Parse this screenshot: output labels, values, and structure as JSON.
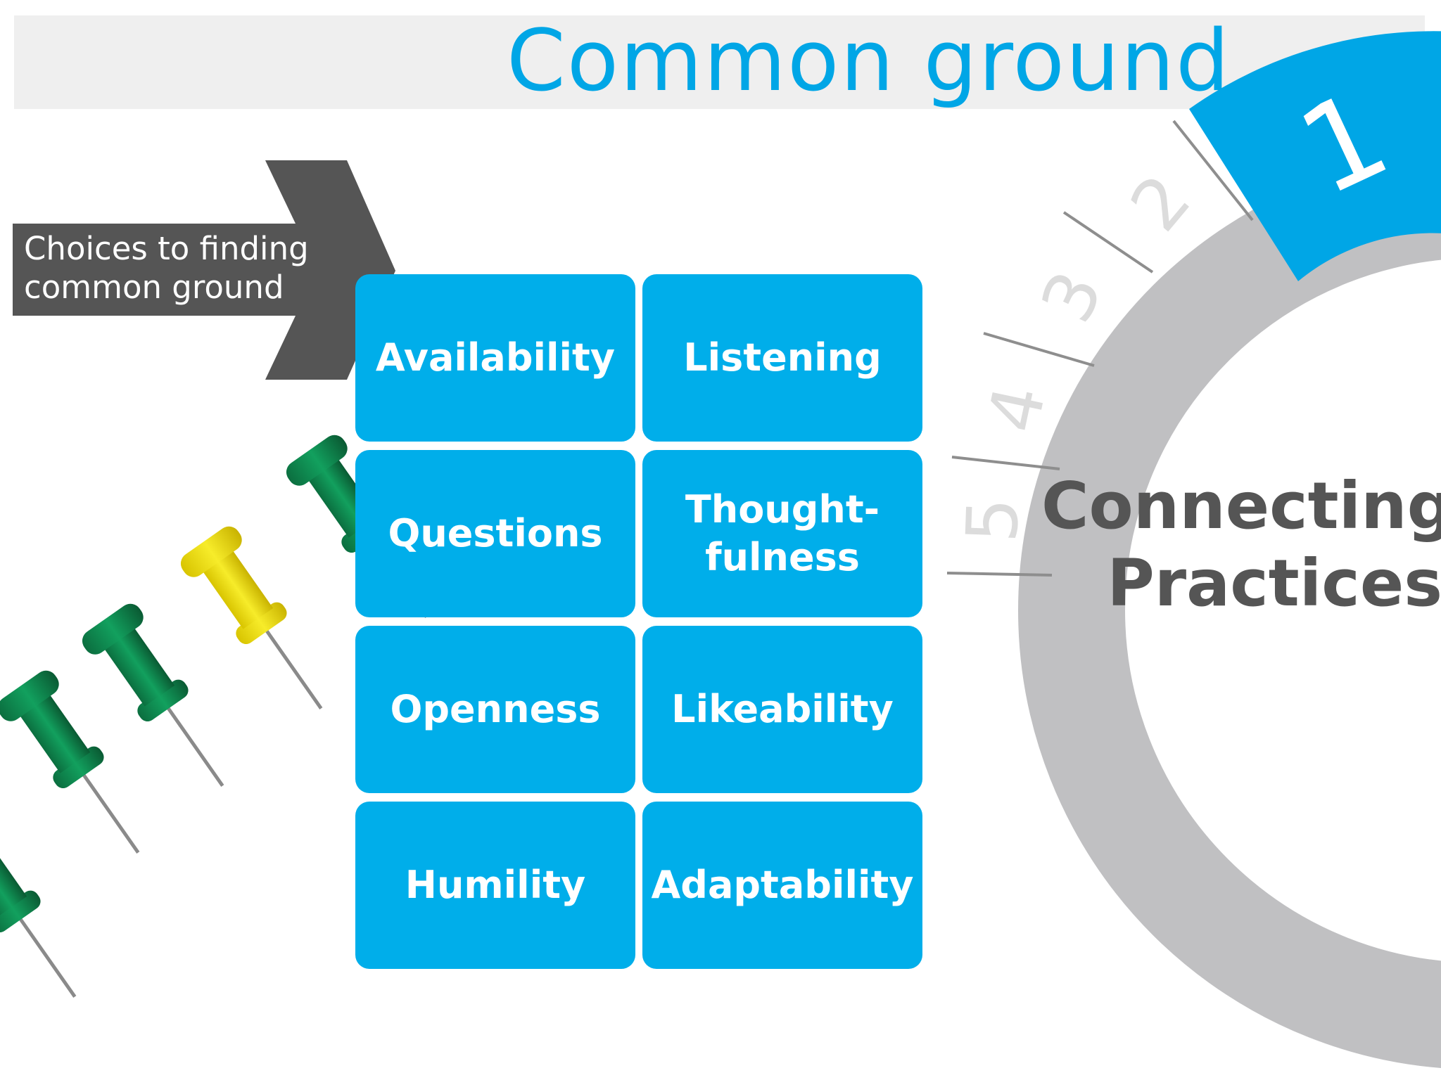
{
  "title": "Common ground",
  "callout": {
    "line1": "Choices to finding",
    "line2": "common ground"
  },
  "tiles": [
    {
      "label": "Availability"
    },
    {
      "label": "Listening"
    },
    {
      "label": "Questions"
    },
    {
      "label": "Thought-fulness"
    },
    {
      "label": "Openness"
    },
    {
      "label": "Likeability"
    },
    {
      "label": "Humility"
    },
    {
      "label": "Adaptability"
    }
  ],
  "wheel": {
    "steps": [
      "1",
      "2",
      "3",
      "4",
      "5"
    ],
    "active_step": "1",
    "center_line1": "Connecting",
    "center_line2": "Practices"
  },
  "colors": {
    "accent_blue": "#00aeea",
    "title_blue": "#00a6e6",
    "callout_gray": "#555555",
    "ring_gray": "#c0c0c2",
    "pin_green": "#0a8f52",
    "pin_yellow": "#f0e010"
  }
}
